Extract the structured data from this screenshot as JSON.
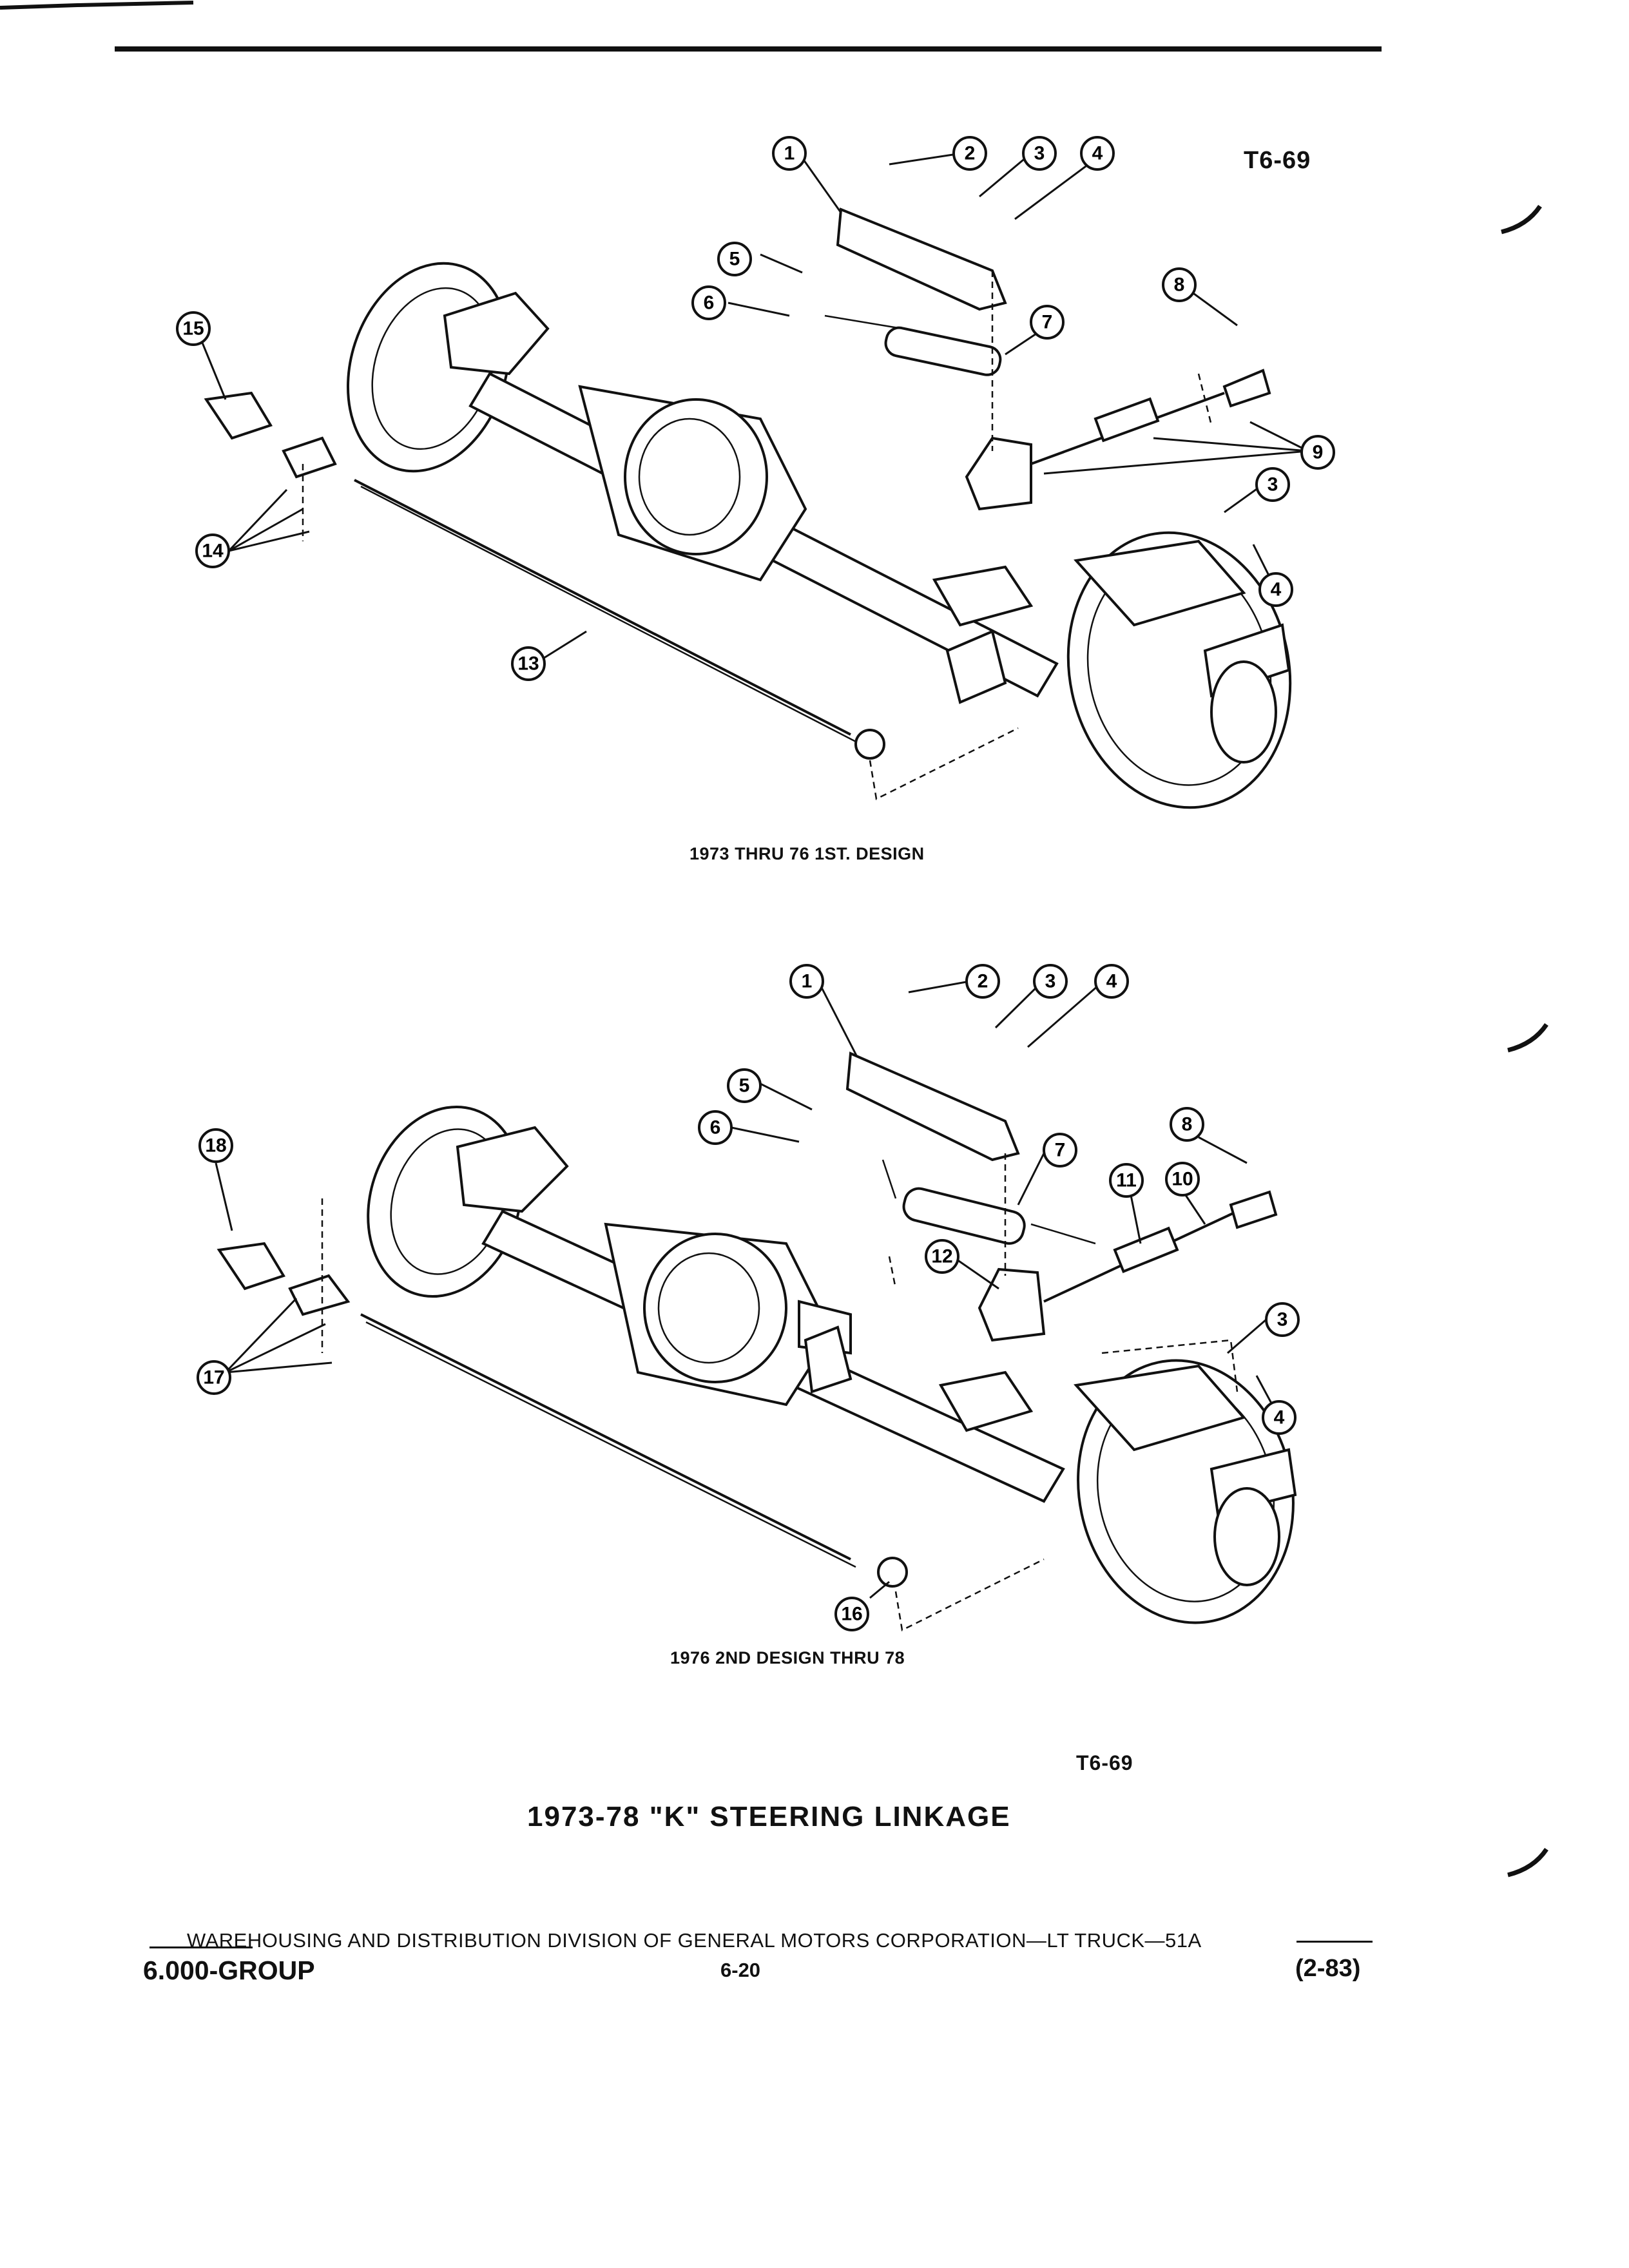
{
  "figure_id": "T6-69",
  "figure_id_bottom": "T6-69",
  "top_figure": {
    "caption": "1973 THRU 76 1ST. DESIGN",
    "callouts": [
      "1",
      "2",
      "3",
      "4",
      "5",
      "6",
      "7",
      "8",
      "9",
      "3",
      "4",
      "13",
      "14",
      "15"
    ]
  },
  "bottom_figure": {
    "caption": "1976 2ND DESIGN THRU 78",
    "callouts": [
      "1",
      "2",
      "3",
      "4",
      "5",
      "6",
      "7",
      "8",
      "10",
      "11",
      "12",
      "3",
      "4",
      "16",
      "17",
      "18"
    ]
  },
  "title": "1973-78 \"K\" STEERING LINKAGE",
  "footer": {
    "line": "WAREHOUSING AND DISTRIBUTION  DIVISION OF GENERAL MOTORS CORPORATION—LT TRUCK—51A",
    "group": "6.000-GROUP",
    "page": "6-20",
    "revision": "(2-83)"
  }
}
